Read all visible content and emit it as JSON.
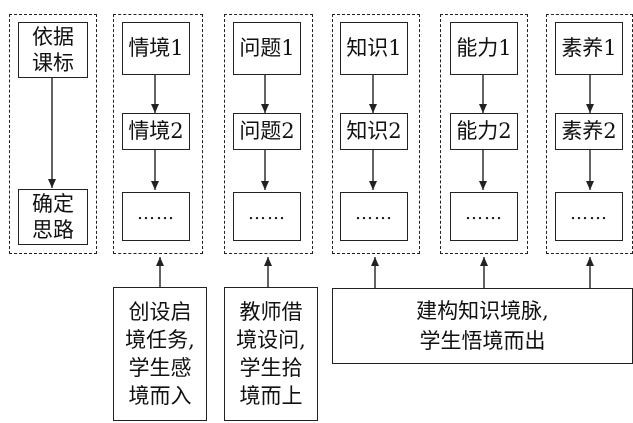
{
  "columns": [
    {
      "id": "basis",
      "top": [
        "依据",
        "课标"
      ],
      "bottom": [
        "确定",
        "思路"
      ]
    },
    {
      "id": "situation",
      "items": [
        "情境1",
        "情境2",
        "……"
      ]
    },
    {
      "id": "question",
      "items": [
        "问题1",
        "问题2",
        "……"
      ]
    },
    {
      "id": "knowledge",
      "items": [
        "知识1",
        "知识2",
        "……"
      ]
    },
    {
      "id": "ability",
      "items": [
        "能力1",
        "能力2",
        "……"
      ]
    },
    {
      "id": "literacy",
      "items": [
        "素养1",
        "素养2",
        "……"
      ]
    }
  ],
  "notes": {
    "create": [
      "创设启",
      "境任务,",
      "学生感",
      "境而入"
    ],
    "teacher": [
      "教师借",
      "境设问,",
      "学生拾",
      "境而上"
    ],
    "build": [
      "建构知识境脉,",
      "学生悟境而出"
    ]
  }
}
